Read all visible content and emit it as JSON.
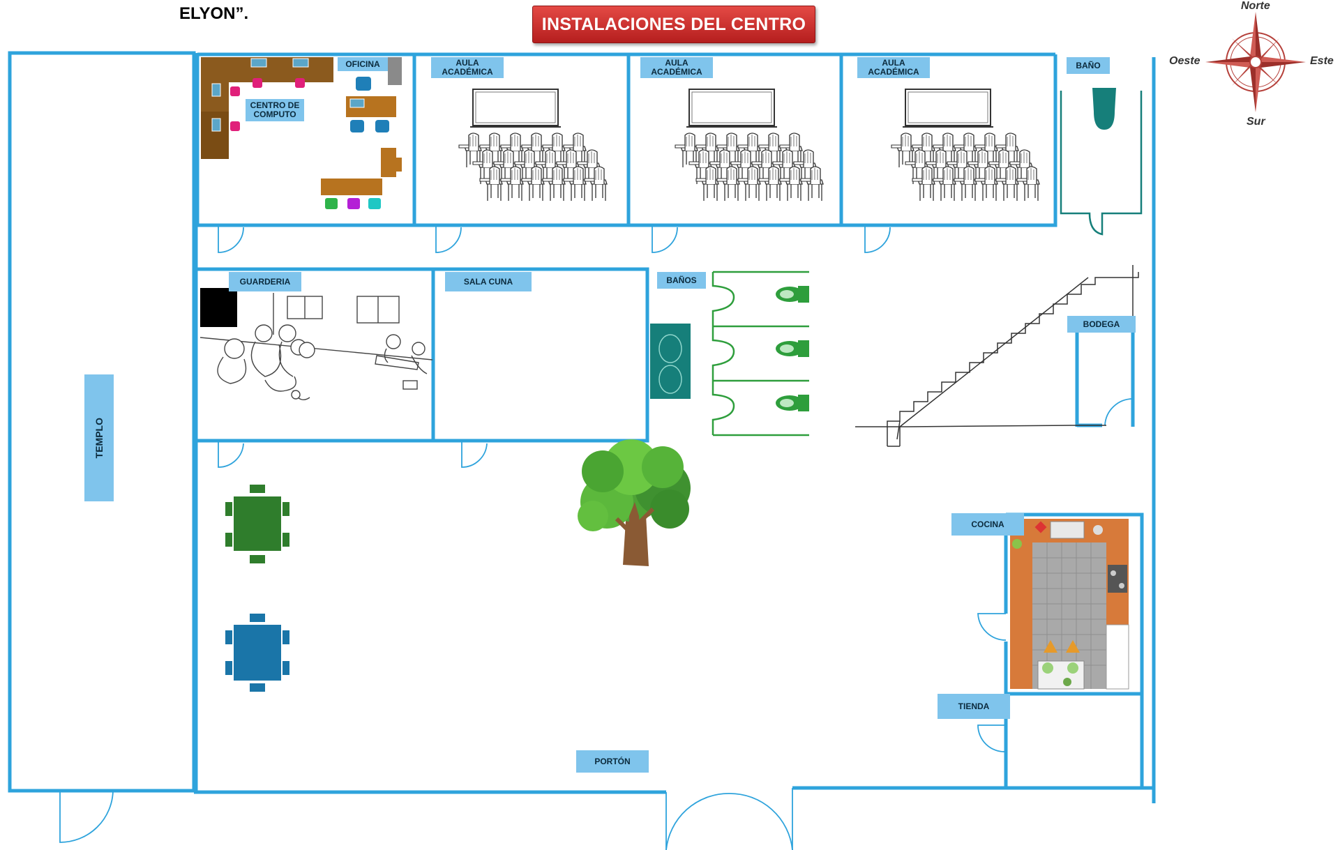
{
  "header": {
    "fragment_text": "ELYON”.",
    "title": "INSTALACIONES DEL CENTRO"
  },
  "compass": {
    "north": "Norte",
    "south": "Sur",
    "east": "Este",
    "west": "Oeste"
  },
  "rooms": {
    "oficina": "OFICINA",
    "centro_line1": "CENTRO DE",
    "centro_line2": "COMPUTO",
    "aula_line1": "AULA",
    "aula_line2": "ACADÉMICA",
    "bano": "BAÑO",
    "guarderia": "GUARDERIA",
    "sala_cuna": "SALA CUNA",
    "banos": "BAÑOS",
    "bodega": "BODEGA",
    "templo": "TEMPLO",
    "cocina": "COCINA",
    "tienda": "TIENDA",
    "porton": "PORTÓN"
  },
  "colors": {
    "wall": "#2ea3dc",
    "label_bg": "#7fc4ec",
    "title_red": "#c62828",
    "compass": "#b5403a",
    "toilet_green": "#2e9e3c",
    "teal": "#167f7a"
  }
}
